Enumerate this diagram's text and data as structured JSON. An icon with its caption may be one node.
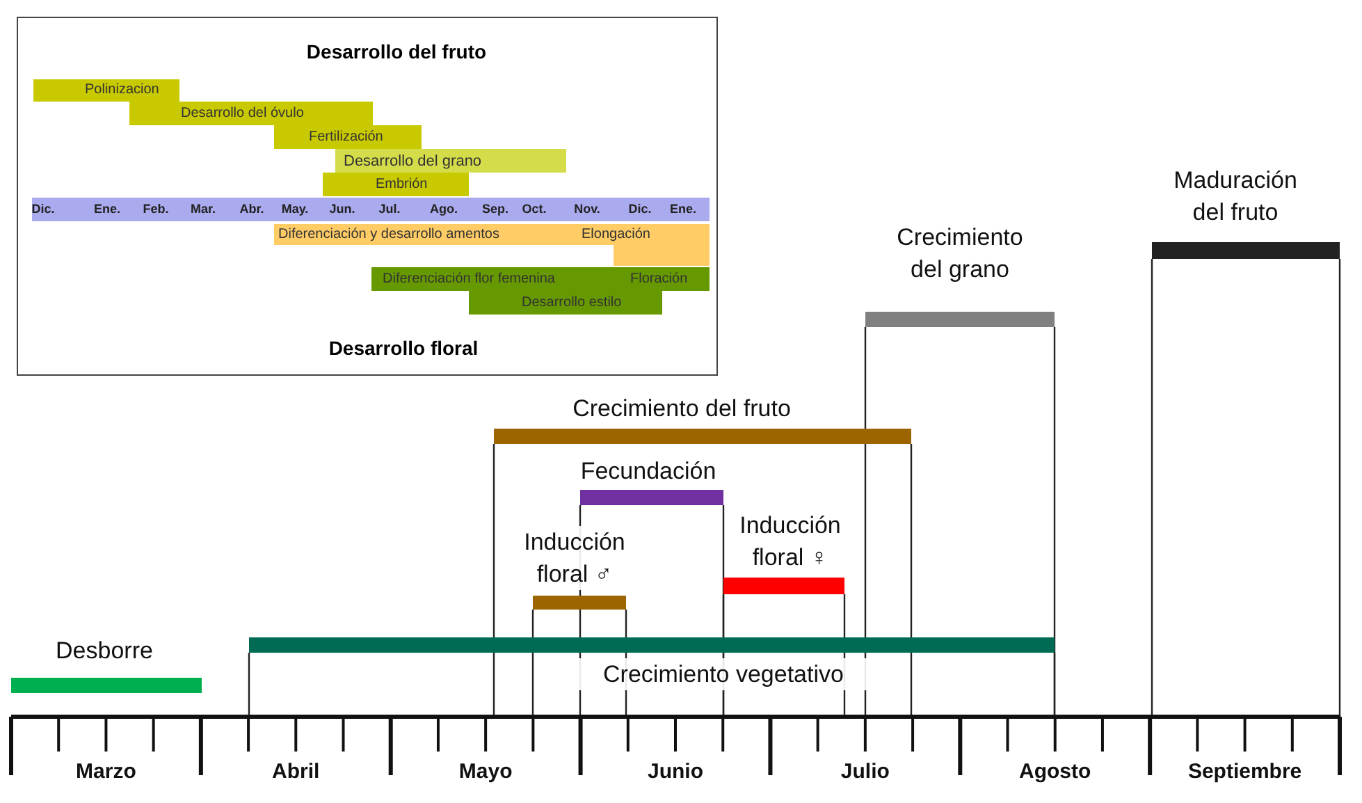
{
  "diagram": {
    "nodes": [
      {
        "text": [
          "Desarrollo del fruto",
          "Desarrollo floral"
        ]
      },
      {
        "text": [
          "Polinizacion"
        ],
        "in": 0
      },
      {
        "text": [
          "Desarrollo del óvulo"
        ],
        "in": 0
      },
      {
        "text": [
          "Fertilización"
        ],
        "in": 0
      },
      {
        "text": [
          "Desarrollo del grano"
        ],
        "in": 0
      },
      {
        "text": [
          "Embrión"
        ],
        "in": 0
      },
      {
        "text": [
          "Dic.",
          "Ene.",
          "Feb.",
          "Mar.",
          "Abr.",
          "May.",
          "Jun.",
          "Jul.",
          "Ago.",
          "Sep.",
          "Oct.",
          "Nov.",
          "Dic.",
          "Ene."
        ],
        "in": 0
      },
      {
        "text": [
          "Diferenciación y desarrollo amentos"
        ],
        "in": 0
      },
      {
        "text": [
          "Elongación"
        ],
        "in": 0
      },
      {
        "text": [
          "Diferenciación flor femenina"
        ],
        "in": 0
      },
      {
        "text": [
          "Floración"
        ],
        "in": 0
      },
      {
        "text": [
          "Desarrollo estilo"
        ],
        "in": 0
      },
      {
        "text": [
          "Desborre"
        ]
      },
      {
        "text": [
          "Crecimiento vegetativo"
        ]
      },
      {
        "text": [
          "Inducción floral ♂"
        ]
      },
      {
        "text": [
          "Inducción floral ♀"
        ]
      },
      {
        "text": [
          "Fecundación"
        ]
      },
      {
        "text": [
          "Crecimiento del fruto"
        ]
      },
      {
        "text": [
          "Crecimiento del grano"
        ]
      },
      {
        "text": [
          "Maduración del fruto"
        ]
      }
    ],
    "labels": [
      "Marzo",
      "Abril",
      "Mayo",
      "Junio",
      "Julio",
      "Agosto",
      "Septiembre"
    ]
  }
}
